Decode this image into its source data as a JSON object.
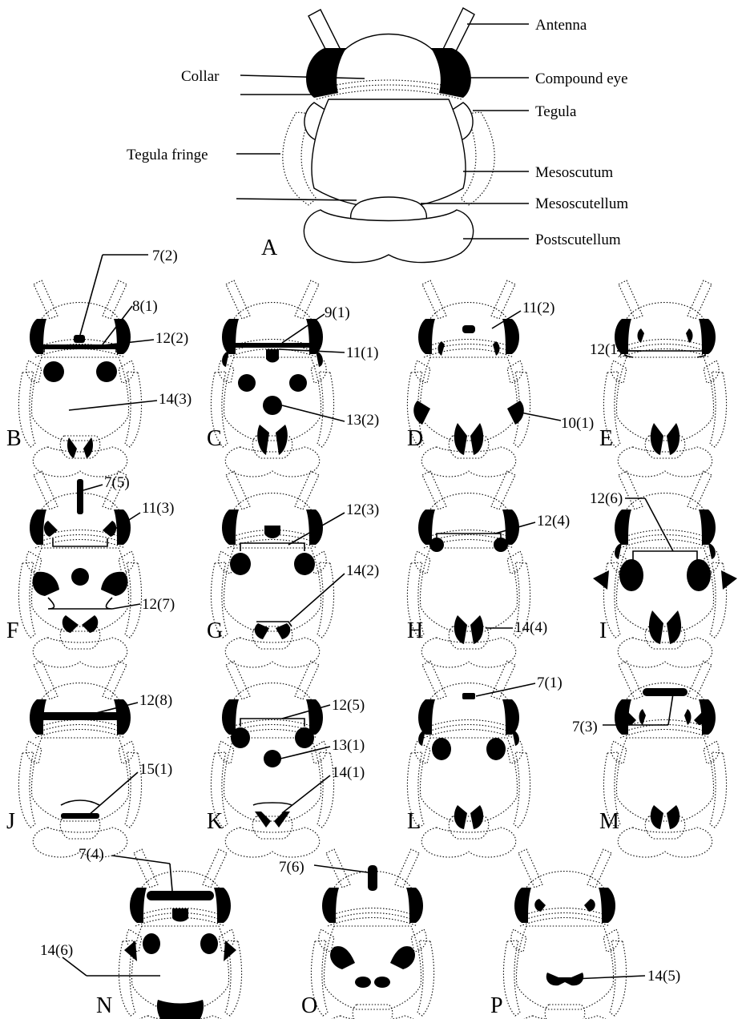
{
  "figure": {
    "main_panel": {
      "letter": "A",
      "structures": [
        {
          "key": "antenna",
          "label": "Antenna"
        },
        {
          "key": "collar",
          "label": "Collar"
        },
        {
          "key": "compound_eye",
          "label": "Compound eye"
        },
        {
          "key": "tegula",
          "label": "Tegula"
        },
        {
          "key": "tegula_fringe",
          "label": "Tegula fringe"
        },
        {
          "key": "mesoscutum",
          "label": "Mesoscutum"
        },
        {
          "key": "mesoscutellum",
          "label": "Mesoscutellum"
        },
        {
          "key": "postscutellum",
          "label": "Postscutellum"
        }
      ]
    },
    "panels": [
      {
        "letter": "B",
        "codes": [
          "7(2)",
          "8(1)",
          "12(2)",
          "14(3)"
        ]
      },
      {
        "letter": "C",
        "codes": [
          "9(1)",
          "11(1)",
          "13(2)"
        ]
      },
      {
        "letter": "D",
        "codes": [
          "11(2)",
          "10(1)"
        ]
      },
      {
        "letter": "E",
        "codes": [
          "12(1)"
        ]
      },
      {
        "letter": "F",
        "codes": [
          "7(5)",
          "11(3)",
          "12(7)"
        ]
      },
      {
        "letter": "G",
        "codes": [
          "12(3)",
          "14(2)"
        ]
      },
      {
        "letter": "H",
        "codes": [
          "12(4)",
          "14(4)"
        ]
      },
      {
        "letter": "I",
        "codes": [
          "12(6)"
        ]
      },
      {
        "letter": "J",
        "codes": [
          "12(8)",
          "15(1)"
        ]
      },
      {
        "letter": "K",
        "codes": [
          "12(5)",
          "13(1)",
          "14(1)"
        ]
      },
      {
        "letter": "L",
        "codes": [
          "7(1)"
        ]
      },
      {
        "letter": "M",
        "codes": [
          "7(3)"
        ]
      },
      {
        "letter": "N",
        "codes": [
          "7(4)",
          "14(6)"
        ]
      },
      {
        "letter": "O",
        "codes": [
          "7(6)"
        ]
      },
      {
        "letter": "P",
        "codes": [
          "14(5)"
        ]
      }
    ]
  }
}
